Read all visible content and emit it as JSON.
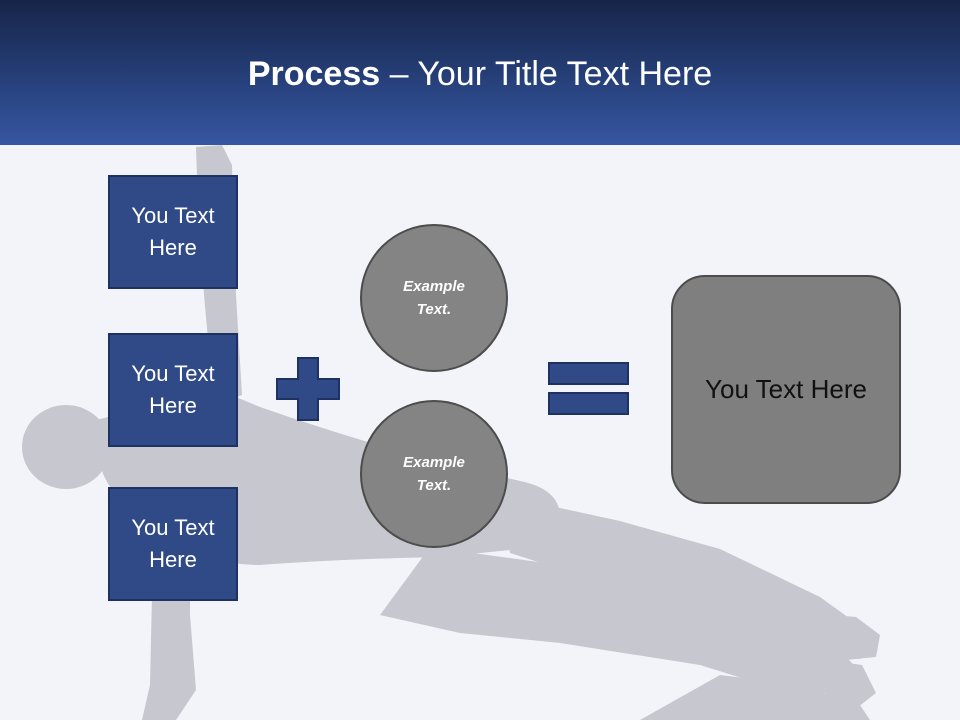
{
  "slide": {
    "title_bold": "Process",
    "title_rest": " – Your Title Text Here"
  },
  "left_boxes": [
    {
      "text": "You Text Here"
    },
    {
      "text": "You Text Here"
    },
    {
      "text": "You Text Here"
    }
  ],
  "circles": [
    {
      "text": "Example Text."
    },
    {
      "text": "Example Text."
    }
  ],
  "result_box": {
    "text": "You Text Here"
  },
  "colors": {
    "header_dark": "#172448",
    "header_light": "#3656a2",
    "box_fill": "#2f4a87",
    "circle_fill": "#848484",
    "result_fill": "#7f7f7f",
    "silhouette": "#c7c8cf"
  },
  "icons": {
    "plus": "plus-icon",
    "equals": "equals-icon",
    "background": "person-plank-silhouette"
  }
}
